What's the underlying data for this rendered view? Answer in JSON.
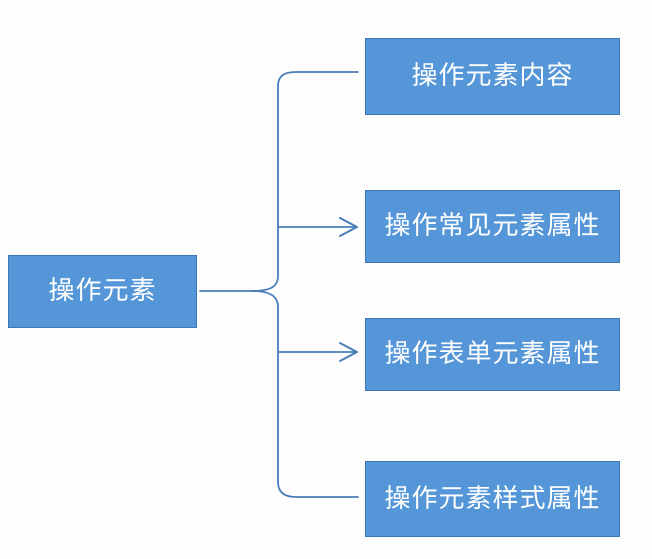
{
  "diagram": {
    "title": "操作元素",
    "root": {
      "label": "操作元素"
    },
    "branches": [
      {
        "label": "操作元素内容",
        "arrow": "none"
      },
      {
        "label": "操作常见元素属性",
        "arrow": "arrowhead"
      },
      {
        "label": "操作表单元素属性",
        "arrow": "arrowhead"
      },
      {
        "label": "操作元素样式属性",
        "arrow": "none"
      }
    ],
    "colors": {
      "node_fill": "#5596D8",
      "node_border": "#3C78B4",
      "node_text": "#FFFFFF",
      "connector": "#4A7EBB",
      "background": "#FDFDFD"
    }
  }
}
